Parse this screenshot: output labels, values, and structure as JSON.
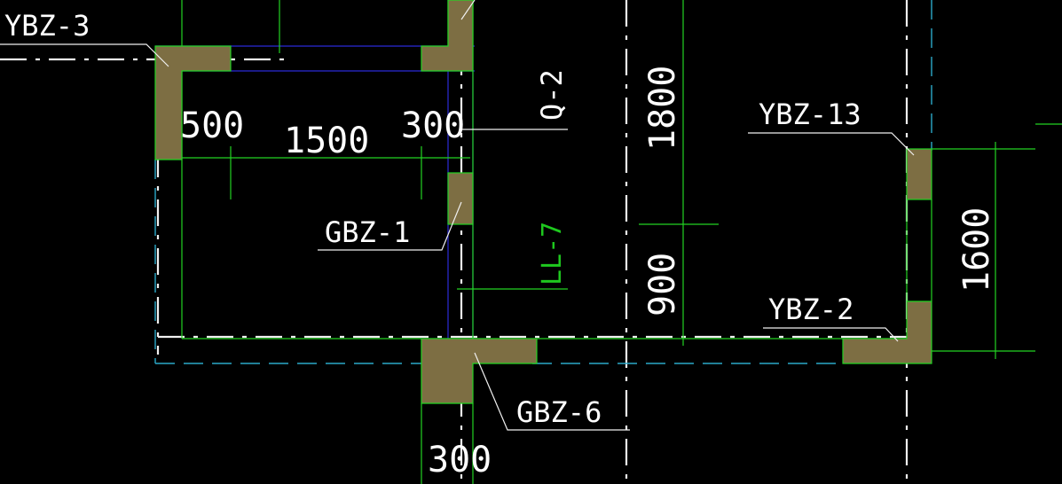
{
  "drawing": {
    "component_labels": {
      "ybz3": "YBZ-3",
      "ybz13": "YBZ-13",
      "ybz2": "YBZ-2",
      "gbz1": "GBZ-1",
      "gbz6": "GBZ-6",
      "q2": "Q-2",
      "ll7": "LL-7"
    },
    "dimensions": {
      "d500": "500",
      "d1500": "1500",
      "d300_top": "300",
      "d1800": "1800",
      "d900": "900",
      "d1600": "1600",
      "d300_bottom": "300"
    },
    "colors": {
      "wall_fill": "#7d6e43",
      "dimension_line": "#22d322",
      "axis_line": "#f0f0f0",
      "beam_line": "#2b2bd8",
      "grid_dash": "#2ba9c9",
      "background": "#000000"
    }
  }
}
